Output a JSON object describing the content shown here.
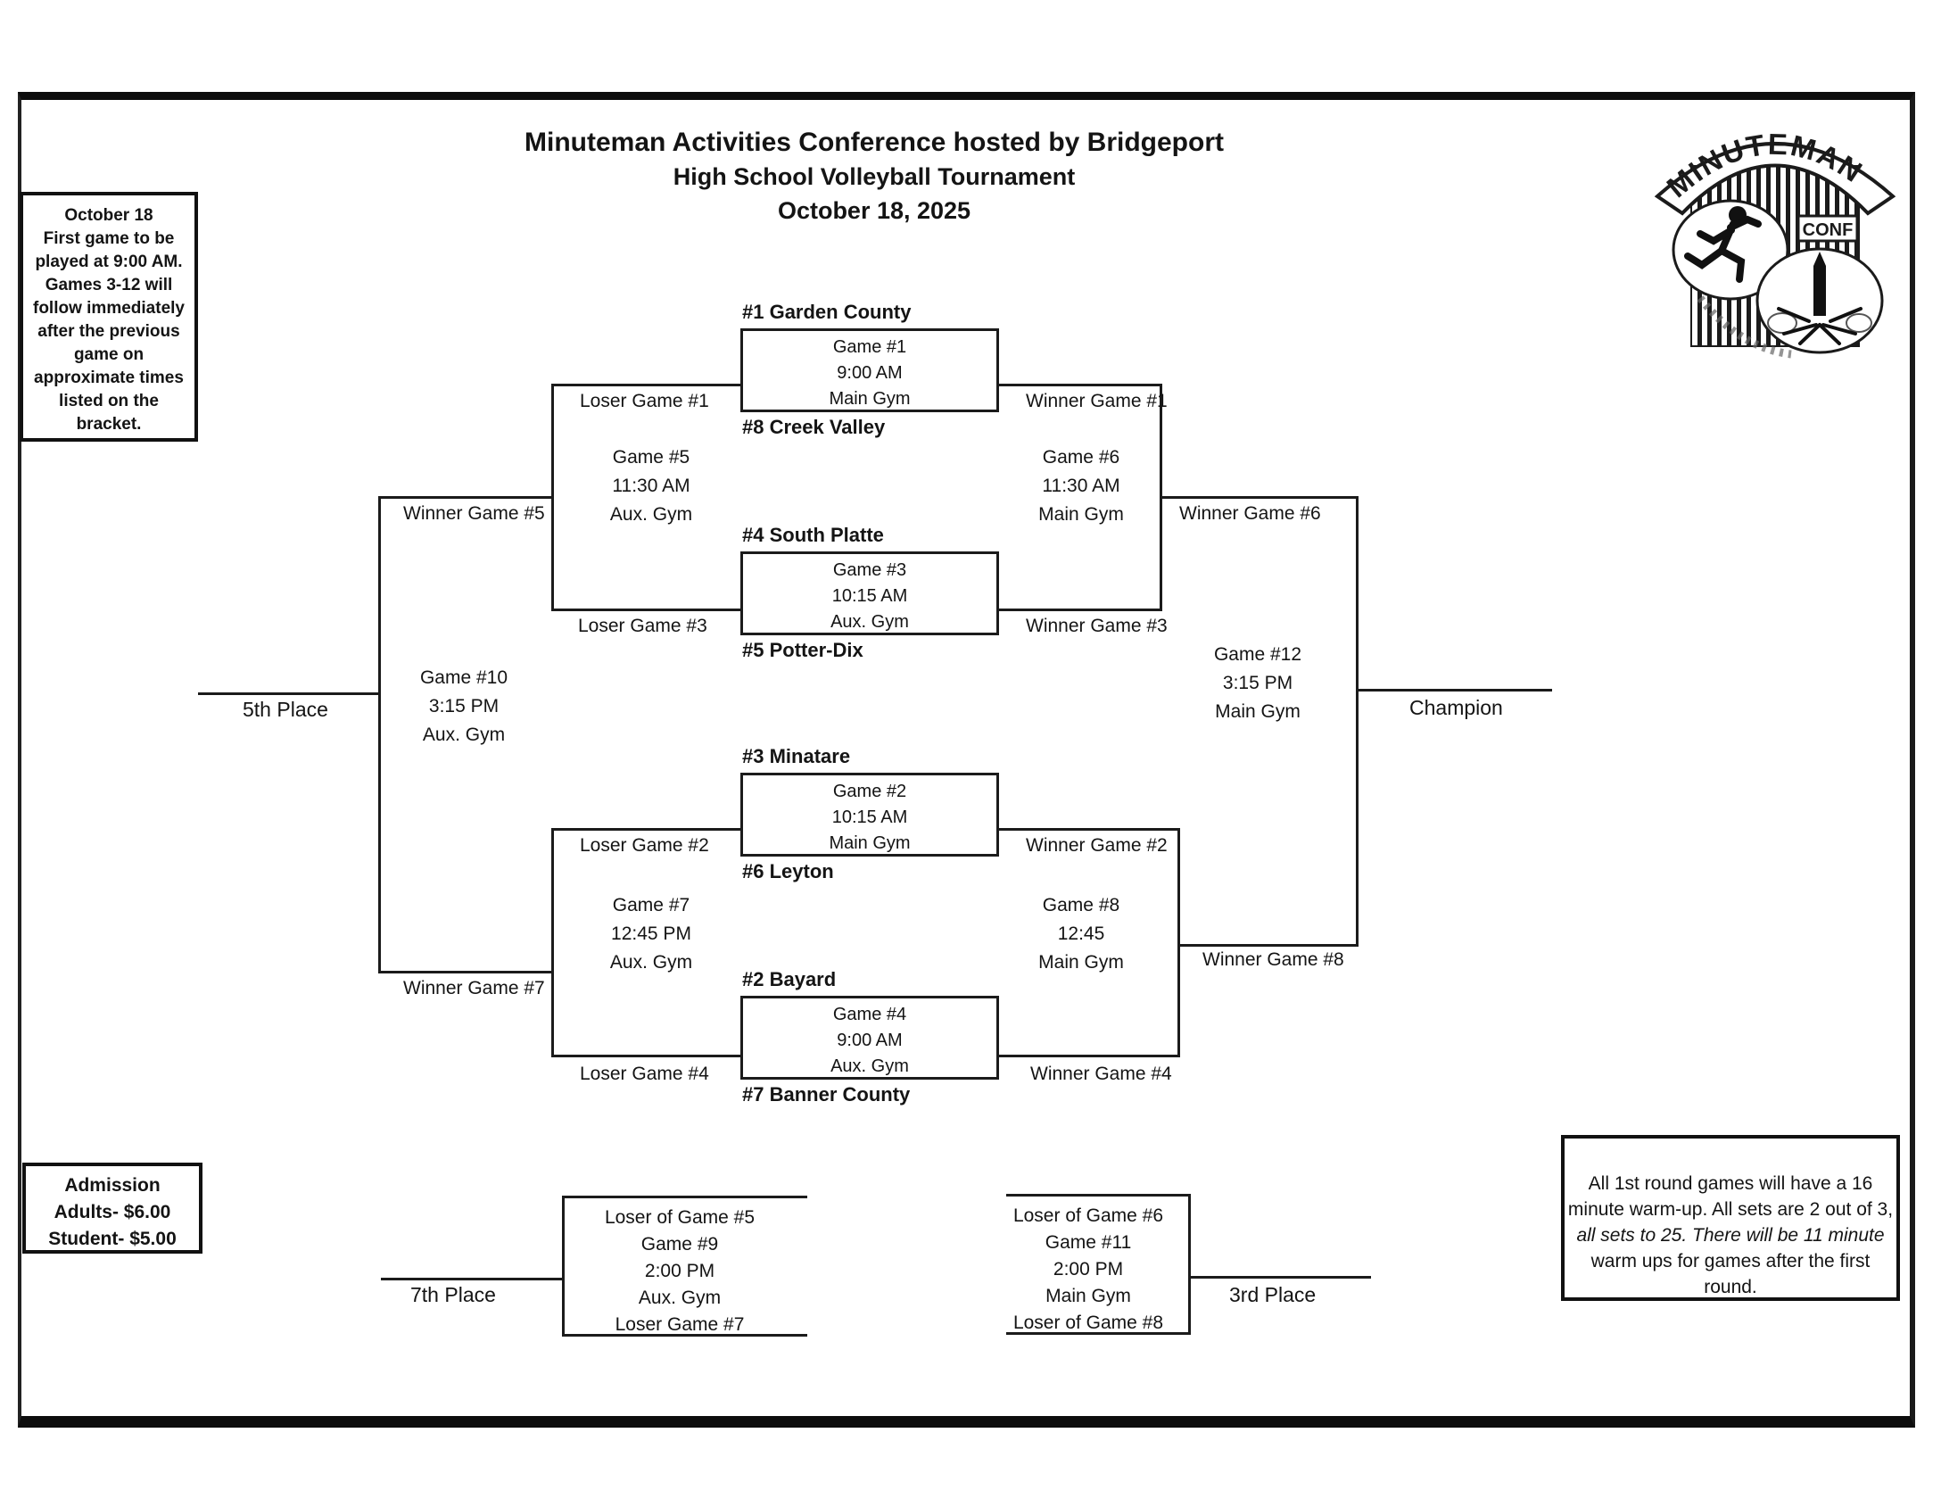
{
  "title": {
    "line1": "Minuteman Activities Conference hosted by Bridgeport",
    "line2": "High School Volleyball Tournament",
    "line3": "October 18, 2025"
  },
  "schedule_note": "October 18\nFirst game to be\nplayed at 9:00 AM.\nGames 3-12 will\nfollow immediately\nafter the previous\ngame on\napproximate times\nlisted on the\nbracket.",
  "logo": {
    "banner": "MINUTEMAN",
    "conf": "CONF"
  },
  "bracket": {
    "game1": {
      "name": "Game #1",
      "time": "9:00 AM",
      "venue": "Main Gym",
      "top_team": "#1 Garden County",
      "bottom_team": "#8 Creek Valley"
    },
    "game2": {
      "name": "Game #2",
      "time": "10:15 AM",
      "venue": "Main Gym",
      "top_team": "#3 Minatare",
      "bottom_team": "#6 Leyton"
    },
    "game3": {
      "name": "Game #3",
      "time": "10:15 AM",
      "venue": "Aux. Gym",
      "top_team": "#4 South Platte",
      "bottom_team": "#5 Potter-Dix"
    },
    "game4": {
      "name": "Game #4",
      "time": "9:00 AM",
      "venue": "Aux. Gym",
      "top_team": "#2 Bayard",
      "bottom_team": "#7 Banner County"
    },
    "game5": {
      "name": "Game #5",
      "time": "11:30 AM",
      "venue": "Aux. Gym"
    },
    "game6": {
      "name": "Game #6",
      "time": "11:30 AM",
      "venue": "Main Gym"
    },
    "game7": {
      "name": "Game #7",
      "time": "12:45 PM",
      "venue": "Aux. Gym"
    },
    "game8": {
      "name": "Game #8",
      "time": "12:45",
      "venue": "Main Gym"
    },
    "game10": {
      "name": "Game #10",
      "time": "3:15 PM",
      "venue": "Aux. Gym"
    },
    "game12": {
      "name": "Game #12",
      "time": "3:15 PM",
      "venue": "Main Gym"
    },
    "game9": {
      "top": "Loser of Game #5",
      "name": "Game #9",
      "time": "2:00 PM",
      "venue": "Aux. Gym",
      "bottom": "Loser Game #7"
    },
    "game11": {
      "top": "Loser of Game #6",
      "name": "Game #11",
      "time": "2:00 PM",
      "venue": "Main Gym",
      "bottom": "Loser of Game #8"
    },
    "labels": {
      "loser1": "Loser Game #1",
      "winner1": "Winner Game #1",
      "loser2": "Loser Game #2",
      "winner2": "Winner Game #2",
      "loser3": "Loser Game #3",
      "winner3": "Winner Game #3",
      "loser4": "Loser Game #4",
      "winner4": "Winner Game #4",
      "winner5": "Winner Game #5",
      "winner6": "Winner Game #6",
      "winner7": "Winner Game #7",
      "winner8": "Winner Game #8",
      "fifth": "5th Place",
      "champion": "Champion",
      "seventh": "7th Place",
      "third": "3rd Place"
    }
  },
  "admission": {
    "line1": "Admission",
    "line2": "Adults- $6.00",
    "line3": "Student- $5.00"
  },
  "rules_note": {
    "line1": "All 1st round games will have a 16",
    "line2": "minute warm-up. All sets are 2 out of 3,",
    "line3": "all sets to 25. There will be 11 minute",
    "line4": "warm ups for games after the first round."
  },
  "colors": {
    "ink": "#1b1b1b",
    "paper": "#ffffff"
  }
}
